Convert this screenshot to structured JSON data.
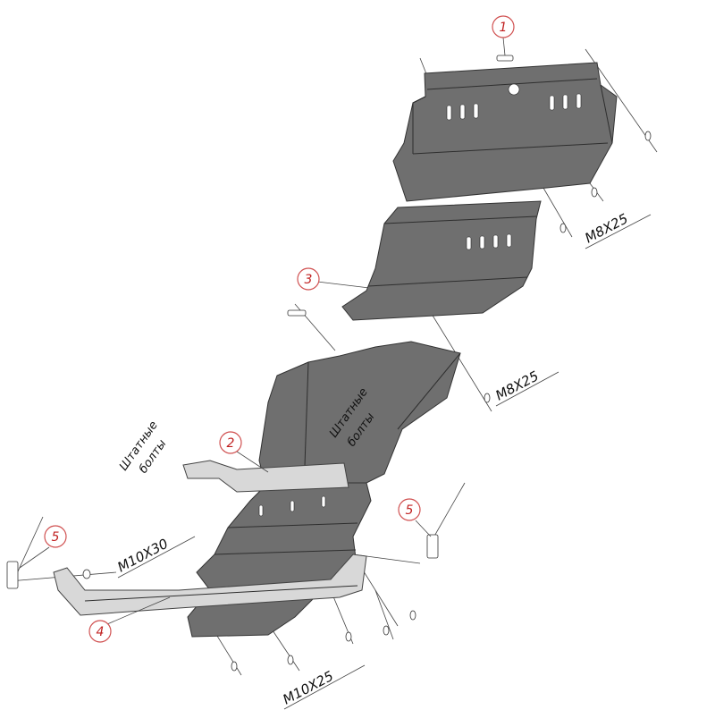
{
  "callouts": {
    "c1": "1",
    "c2": "2",
    "c3": "3",
    "c4": "4",
    "c5a": "5",
    "c5b": "5"
  },
  "labels": {
    "bolt_top": "M8X25",
    "bolt_mid": "M8X25",
    "bolt_left": "M10X30",
    "bolt_bottom": "M10X25",
    "std_bolts_left_1": "Штатные",
    "std_bolts_left_2": "болты",
    "std_bolts_right_1": "Штатные",
    "std_bolts_right_2": "болты"
  },
  "colors": {
    "plate": "#6f6f6f",
    "bracket": "#d8d8d8",
    "callout": "#c02020"
  }
}
